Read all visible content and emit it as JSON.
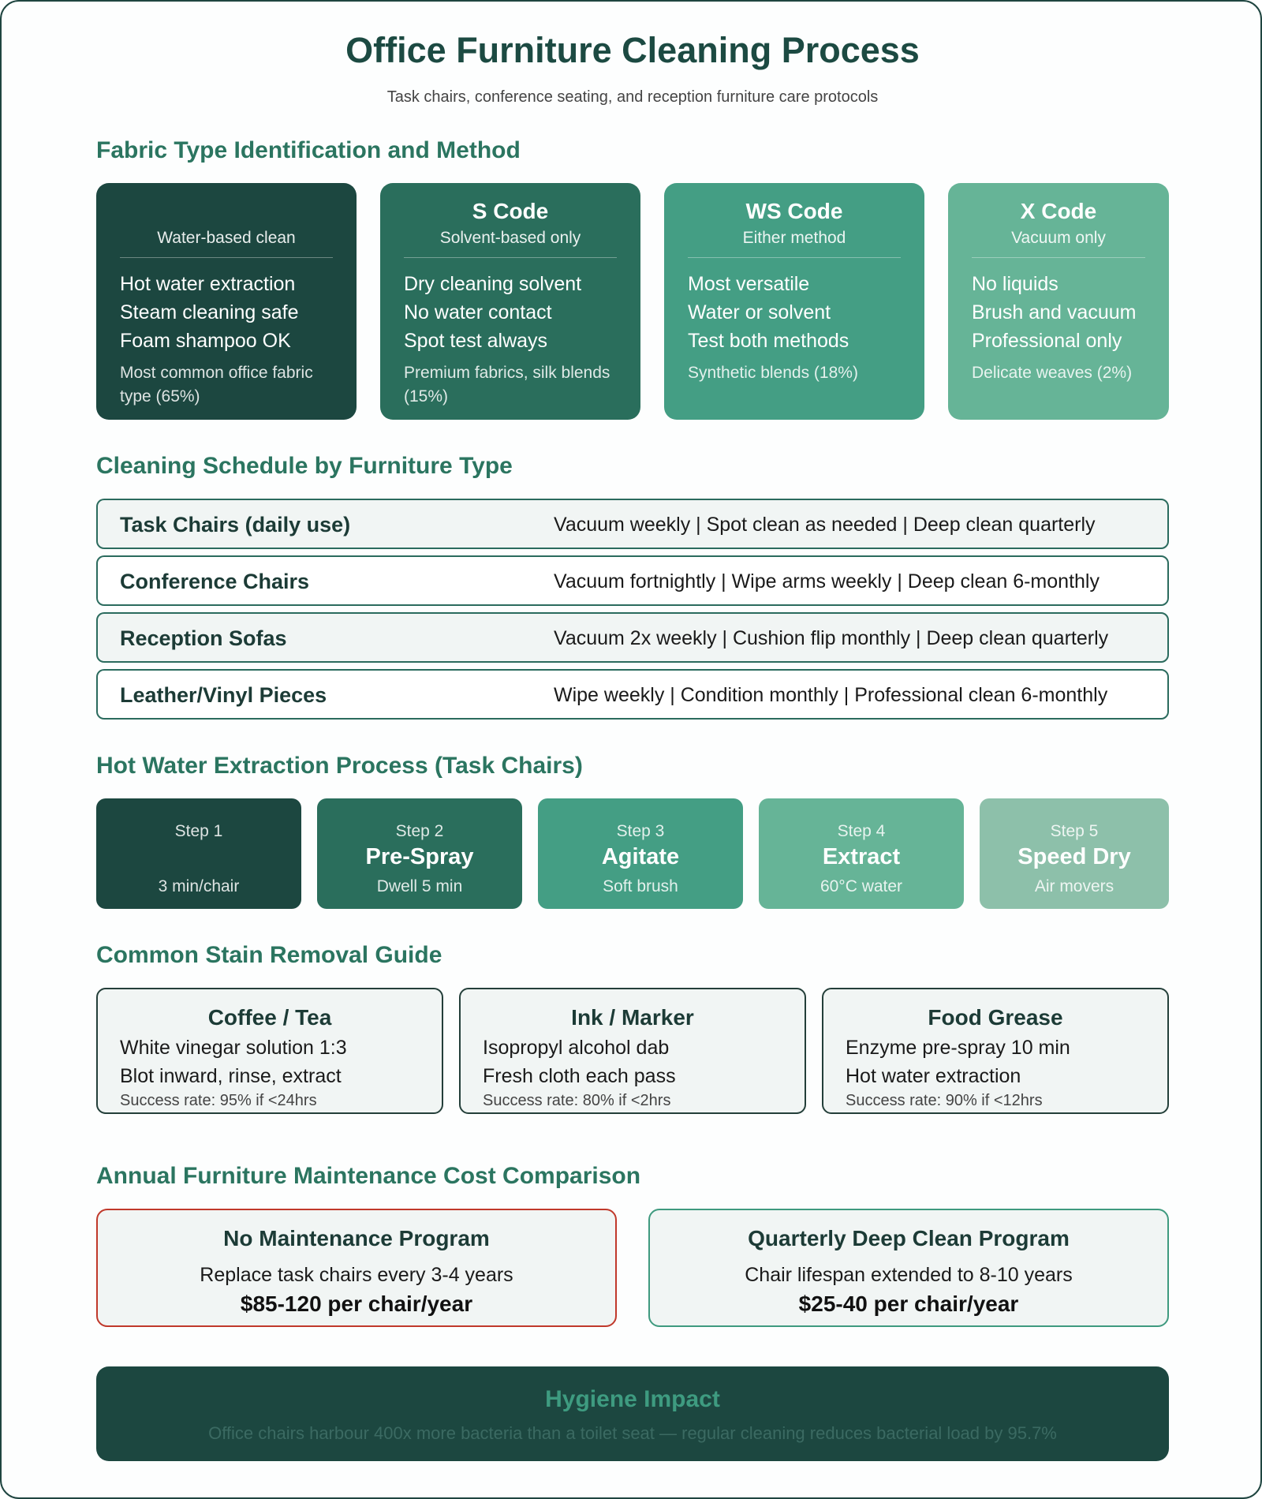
{
  "header": {
    "title": "Office Furniture Cleaning Process",
    "subtitle": "Task chairs, conference seating, and reception furniture care protocols"
  },
  "sections": {
    "fabric": "Fabric Type Identification and Method",
    "schedule": "Cleaning Schedule by Furniture Type",
    "extraction": "Hot Water Extraction Process (Task Chairs)",
    "stains": "Common Stain Removal Guide",
    "cost": "Annual Furniture Maintenance Cost Comparison"
  },
  "fabric_cards": [
    {
      "title": "",
      "subtitle": "Water-based clean",
      "lines": [
        "Hot water extraction",
        "Steam cleaning safe",
        "Foam shampoo OK"
      ],
      "note": "Most common office fabric type (65%)",
      "color": "#1c4740"
    },
    {
      "title": "S Code",
      "subtitle": "Solvent-based only",
      "lines": [
        "Dry cleaning solvent",
        "No water contact",
        "Spot test always"
      ],
      "note": "Premium fabrics, silk blends (15%)",
      "color": "#2a6e5c"
    },
    {
      "title": "WS Code",
      "subtitle": "Either method",
      "lines": [
        "Most versatile",
        "Water or solvent",
        "Test both methods"
      ],
      "note": "Synthetic blends (18%)",
      "color": "#449e84"
    },
    {
      "title": "X Code",
      "subtitle": "Vacuum only",
      "lines": [
        "No liquids",
        "Brush and vacuum",
        "Professional only"
      ],
      "note": "Delicate weaves (2%)",
      "color": "#66b497"
    }
  ],
  "schedule": [
    {
      "name": "Task Chairs (daily use)",
      "detail": "Vacuum weekly | Spot clean as needed | Deep clean quarterly"
    },
    {
      "name": "Conference Chairs",
      "detail": "Vacuum fortnightly | Wipe arms weekly | Deep clean 6-monthly"
    },
    {
      "name": "Reception Sofas",
      "detail": "Vacuum 2x weekly | Cushion flip monthly | Deep clean quarterly"
    },
    {
      "name": "Leather/Vinyl Pieces",
      "detail": "Wipe weekly | Condition monthly | Professional clean 6-monthly"
    }
  ],
  "steps": [
    {
      "num": "Step 1",
      "name": "",
      "note": "3 min/chair",
      "color": "#1c4740"
    },
    {
      "num": "Step 2",
      "name": "Pre-Spray",
      "note": "Dwell 5 min",
      "color": "#2a6e5c"
    },
    {
      "num": "Step 3",
      "name": "Agitate",
      "note": "Soft brush",
      "color": "#449e84"
    },
    {
      "num": "Step 4",
      "name": "Extract",
      "note": "60°C water",
      "color": "#66b497"
    },
    {
      "num": "Step 5",
      "name": "Speed Dry",
      "note": "Air movers",
      "color": "#8dc0aa"
    }
  ],
  "stains": [
    {
      "title": "Coffee / Tea",
      "line1": "White vinegar solution 1:3",
      "line2": "Blot inward, rinse, extract",
      "rate": "Success rate: 95% if <24hrs"
    },
    {
      "title": "Ink / Marker",
      "line1": "Isopropyl alcohol dab",
      "line2": "Fresh cloth each pass",
      "rate": "Success rate: 80% if <2hrs"
    },
    {
      "title": "Food Grease",
      "line1": "Enzyme pre-spray 10 min",
      "line2": "Hot water extraction",
      "rate": "Success rate: 90% if <12hrs"
    }
  ],
  "cost": [
    {
      "title": "No Maintenance Program",
      "line": "Replace task chairs every 3-4 years",
      "value": "$85-120 per chair/year",
      "border": "#c0392b"
    },
    {
      "title": "Quarterly Deep Clean Program",
      "line": "Chair lifespan extended to 8-10 years",
      "value": "$25-40 per chair/year",
      "border": "#3f9a7f"
    }
  ],
  "banner": {
    "title": "Hygiene Impact",
    "text": "Office chairs harbour 400x more bacteria than a toilet seat — regular cleaning reduces bacterial load by 95.7%"
  }
}
